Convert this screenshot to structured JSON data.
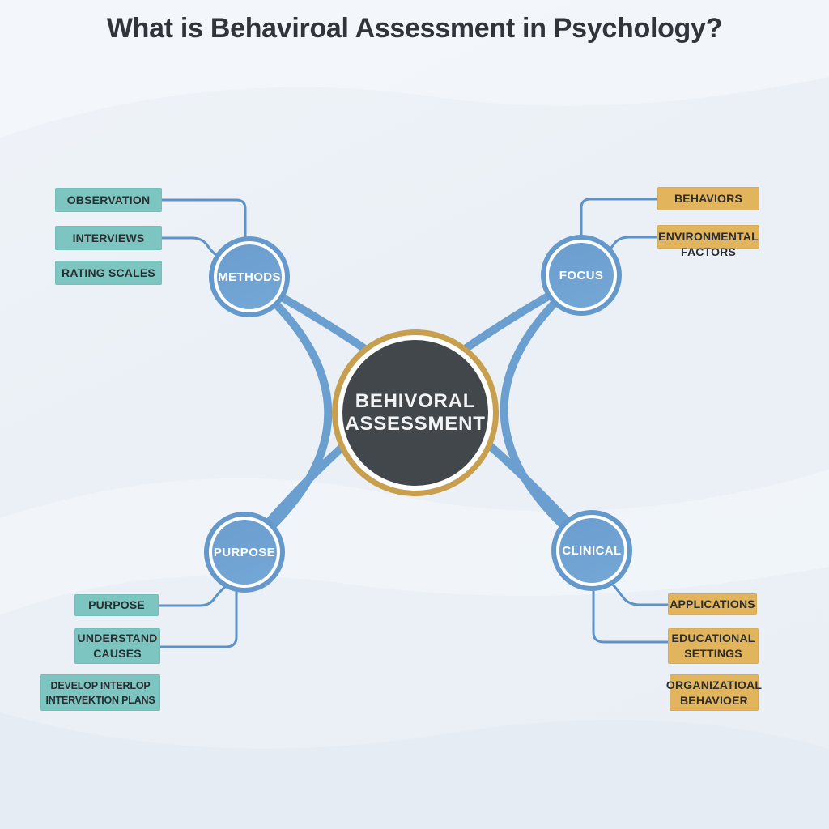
{
  "title": "What is Behaviroal Assessment in Psychology?",
  "center": {
    "title": "BEHIVORAL\nASSESSMENT"
  },
  "branches": {
    "methods": {
      "node": "METHODS",
      "items": [
        "OBSERVATION",
        "INTERVIEWS",
        "RATING SCALES"
      ]
    },
    "focus": {
      "node": "FOCUS",
      "items": [
        "BEHAVIORS",
        "ENVIRONMENTAL\nFACTORS"
      ]
    },
    "purpose": {
      "node": "PURPOSE",
      "items": [
        "PURPOSE",
        "UNDERSTAND\nCAUSES",
        "DEVELOP INTERLOP\nINTERVEKTION PLANS"
      ]
    },
    "clinical": {
      "node": "CLINICAL",
      "items": [
        "APPLICATIONS",
        "EDUCATIONAL\nSETTINGS",
        "ORGANIZATIOAL\nBEHAVIOER"
      ]
    }
  },
  "colors": {
    "background": "#edf1f6",
    "node_blue": "#6b9fd0",
    "node_ring_blue": "#6598cb",
    "connector_blue": "#5d93c8",
    "teal_box": "#7cc5c1",
    "gold_box": "#e2b45c",
    "center_ring_gold": "#c79f4e",
    "center_dark": "#42474c",
    "text_dark": "#2a2e32",
    "title_text": "#30353b"
  }
}
